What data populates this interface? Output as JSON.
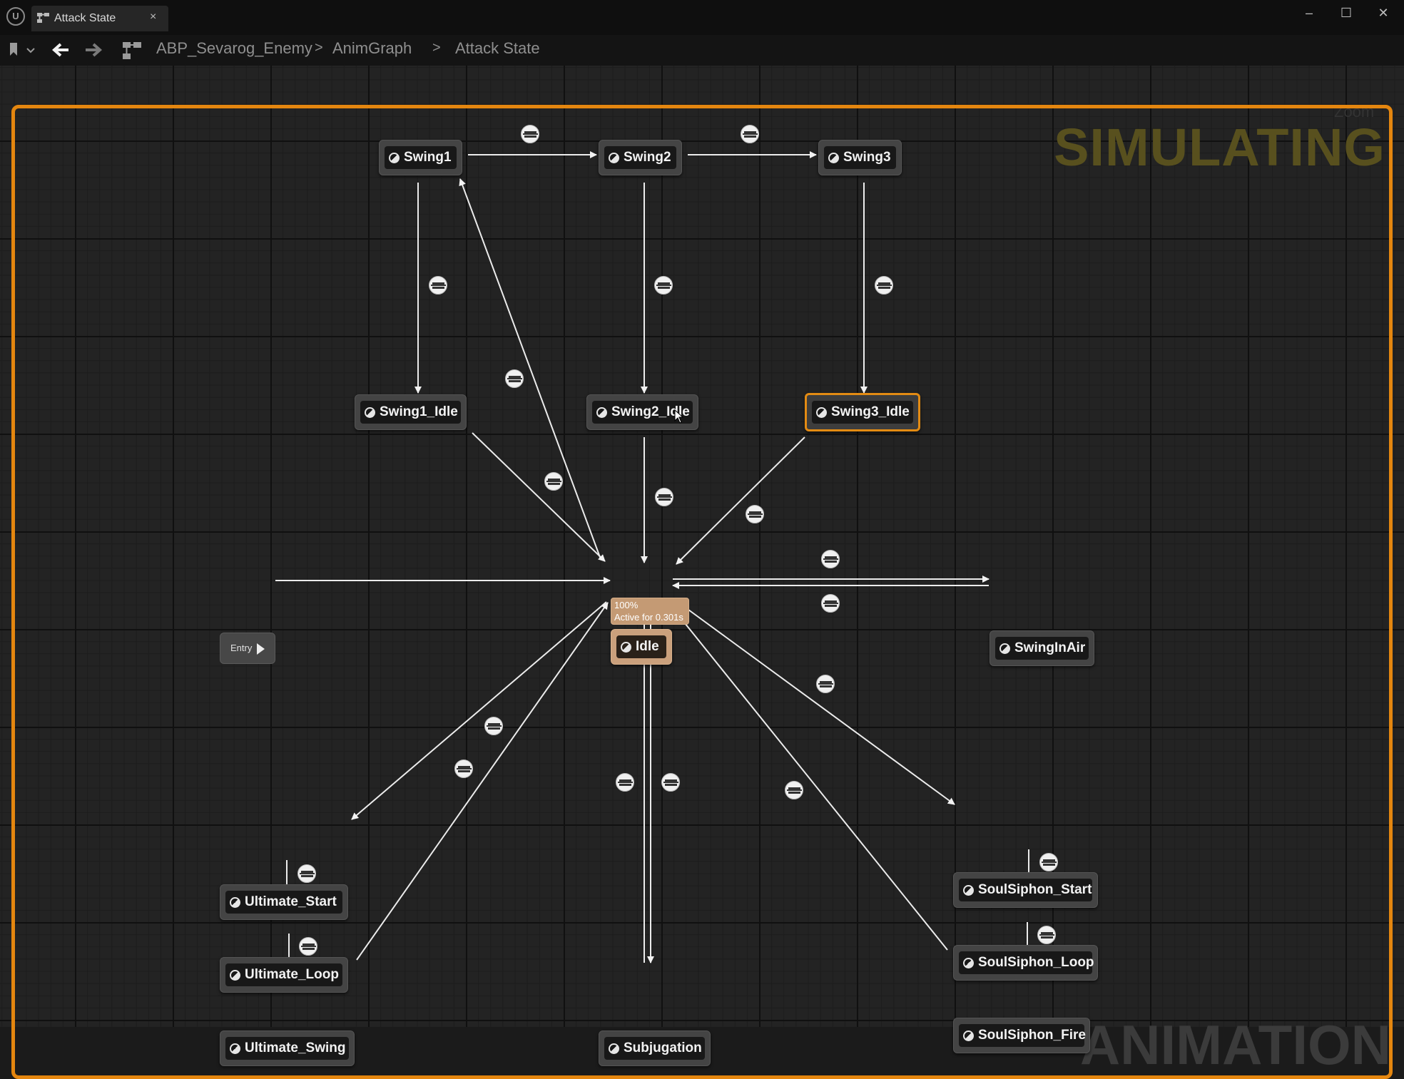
{
  "window": {
    "tab_title": "Attack State",
    "tab_close": "×",
    "minimize": "–",
    "maximize": "☐",
    "close": "✕"
  },
  "toolbar": {
    "breadcrumb": [
      "ABP_Sevarog_Enemy",
      "AnimGraph",
      "Attack State"
    ],
    "separators": [
      ">",
      ">"
    ]
  },
  "graph": {
    "zoom_label": "Zoom",
    "simulating_watermark": "SIMULATING",
    "animation_watermark": "ANIMATION",
    "entry_label": "Entry",
    "active_state": {
      "percent": "100%",
      "time": "Active for 0.301s"
    },
    "states": {
      "swing1": "Swing1",
      "swing2": "Swing2",
      "swing3": "Swing3",
      "swing1_idle": "Swing1_Idle",
      "swing2_idle": "Swing2_Idle",
      "swing3_idle": "Swing3_Idle",
      "idle": "Idle",
      "swinginair": "SwingInAir",
      "ultimate_start": "Ultimate_Start",
      "ultimate_loop": "Ultimate_Loop",
      "ultimate_swing": "Ultimate_Swing",
      "subjugation": "Subjugation",
      "soulsiphon_start": "SoulSiphon_Start",
      "soulsiphon_loop": "SoulSiphon_Loop",
      "soulsiphon_fire": "SoulSiphon_Fire"
    },
    "icons": {
      "state": "state-machine-icon",
      "transition": "transition-rule-icon",
      "entry": "entry-pin-icon"
    },
    "colors": {
      "frame": "#e4860f",
      "selected": "#e38b13",
      "active": "#caa07c"
    }
  }
}
